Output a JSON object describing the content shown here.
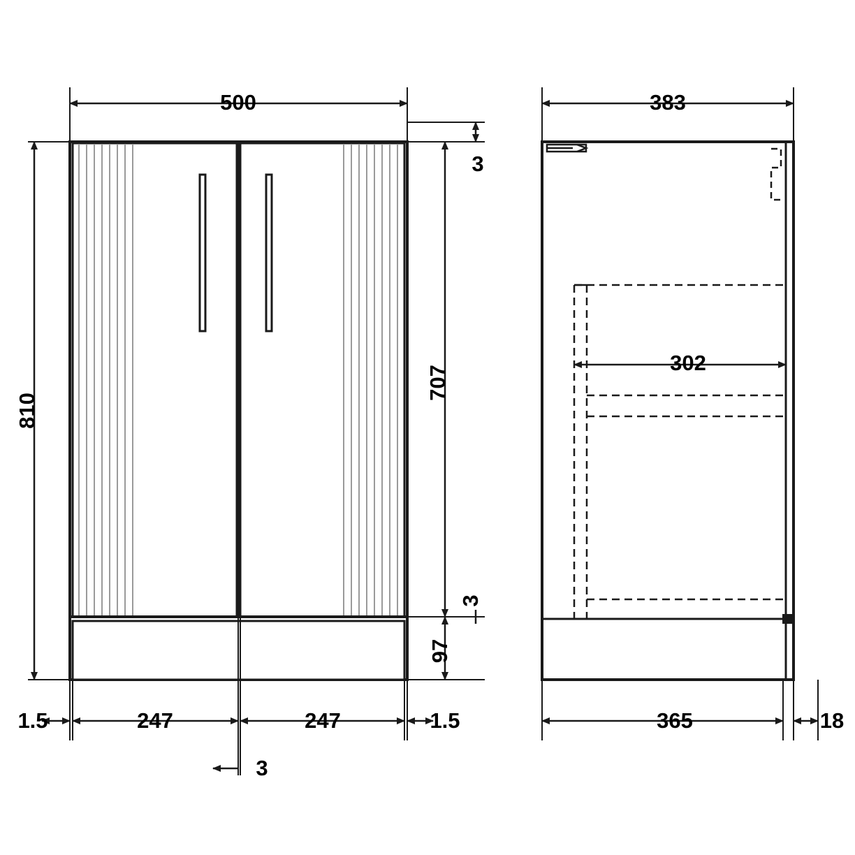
{
  "drawing": {
    "title": "Vanity unit technical dimension drawing",
    "units": "mm",
    "line_color": "#1a1a1a",
    "fill_color": "#ffffff",
    "views": [
      {
        "name": "front-elevation",
        "dimensions": {
          "overall_width": "500",
          "overall_height": "810",
          "door_height": "707",
          "top_gap": "3",
          "mid_gap": "3",
          "plinth_height": "97",
          "left_edge": "1.5",
          "right_edge": "1.5",
          "door_left_width": "247",
          "door_right_width": "247",
          "centre_gap": "3"
        }
      },
      {
        "name": "side-elevation",
        "dimensions": {
          "overall_depth": "383",
          "internal_depth": "302",
          "base_depth": "365",
          "back_offset": "18"
        }
      }
    ]
  }
}
